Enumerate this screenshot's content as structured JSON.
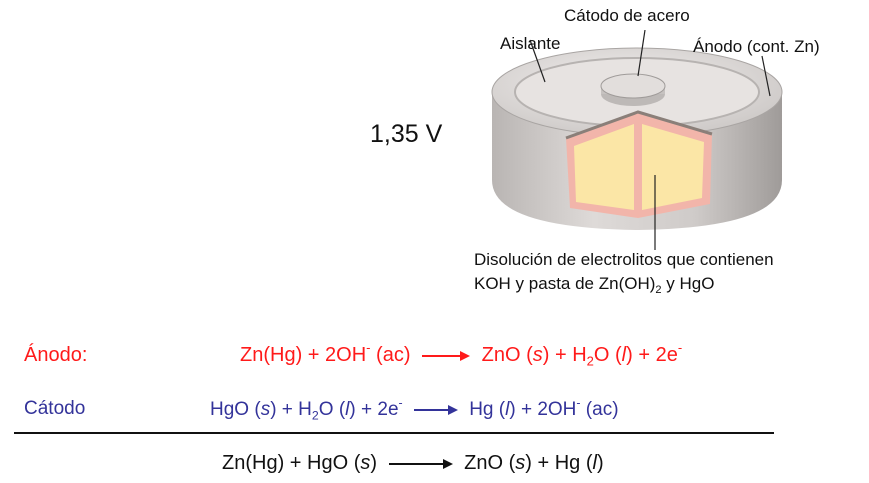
{
  "labels": {
    "cathode_steel": "Cátodo de acero",
    "insulator": "Aislante",
    "anode": "Ánodo (cont. Zn)",
    "voltage": "1,35 V",
    "electrolyte_line1": "Disolución de electrolitos que contienen",
    "electrolyte_line2_a": "KOH y pasta de Zn(OH)",
    "electrolyte_line2_sub": "2",
    "electrolyte_line2_b": " y HgO"
  },
  "reactions": {
    "anode": {
      "name": "Ánodo:",
      "lhs_a": "Zn(Hg) + 2OH",
      "lhs_sup": "-",
      "lhs_b": " (ac)",
      "rhs_a": "ZnO (",
      "rhs_s": "s",
      "rhs_b": ") + H",
      "rhs_sub": "2",
      "rhs_c": "O (",
      "rhs_l": "l",
      "rhs_d": ") + 2e",
      "rhs_sup": "-"
    },
    "cathode": {
      "name": "Cátodo",
      "lhs_a": "HgO (",
      "lhs_s": "s",
      "lhs_b": ") + H",
      "lhs_sub": "2",
      "lhs_c": "O (",
      "lhs_l": "l",
      "lhs_d": ") + 2e",
      "lhs_sup": "-",
      "rhs_a": "Hg (",
      "rhs_l": "l",
      "rhs_b": ") + 2OH",
      "rhs_sup": "-",
      "rhs_c": " (ac)"
    },
    "overall": {
      "lhs_a": "Zn(Hg) + HgO (",
      "lhs_s": "s",
      "lhs_b": ")",
      "rhs_a": "ZnO (",
      "rhs_s": "s",
      "rhs_b": ") + Hg (",
      "rhs_l": "l",
      "rhs_c": ")"
    }
  },
  "colors": {
    "anode_text": "#ff1a1a",
    "cathode_text": "#33339a",
    "overall_text": "#111111",
    "battery_casing": "#c8c4c2",
    "electrolyte_paste": "#fbe6a6",
    "insulating_layer": "#f2b5aa"
  }
}
